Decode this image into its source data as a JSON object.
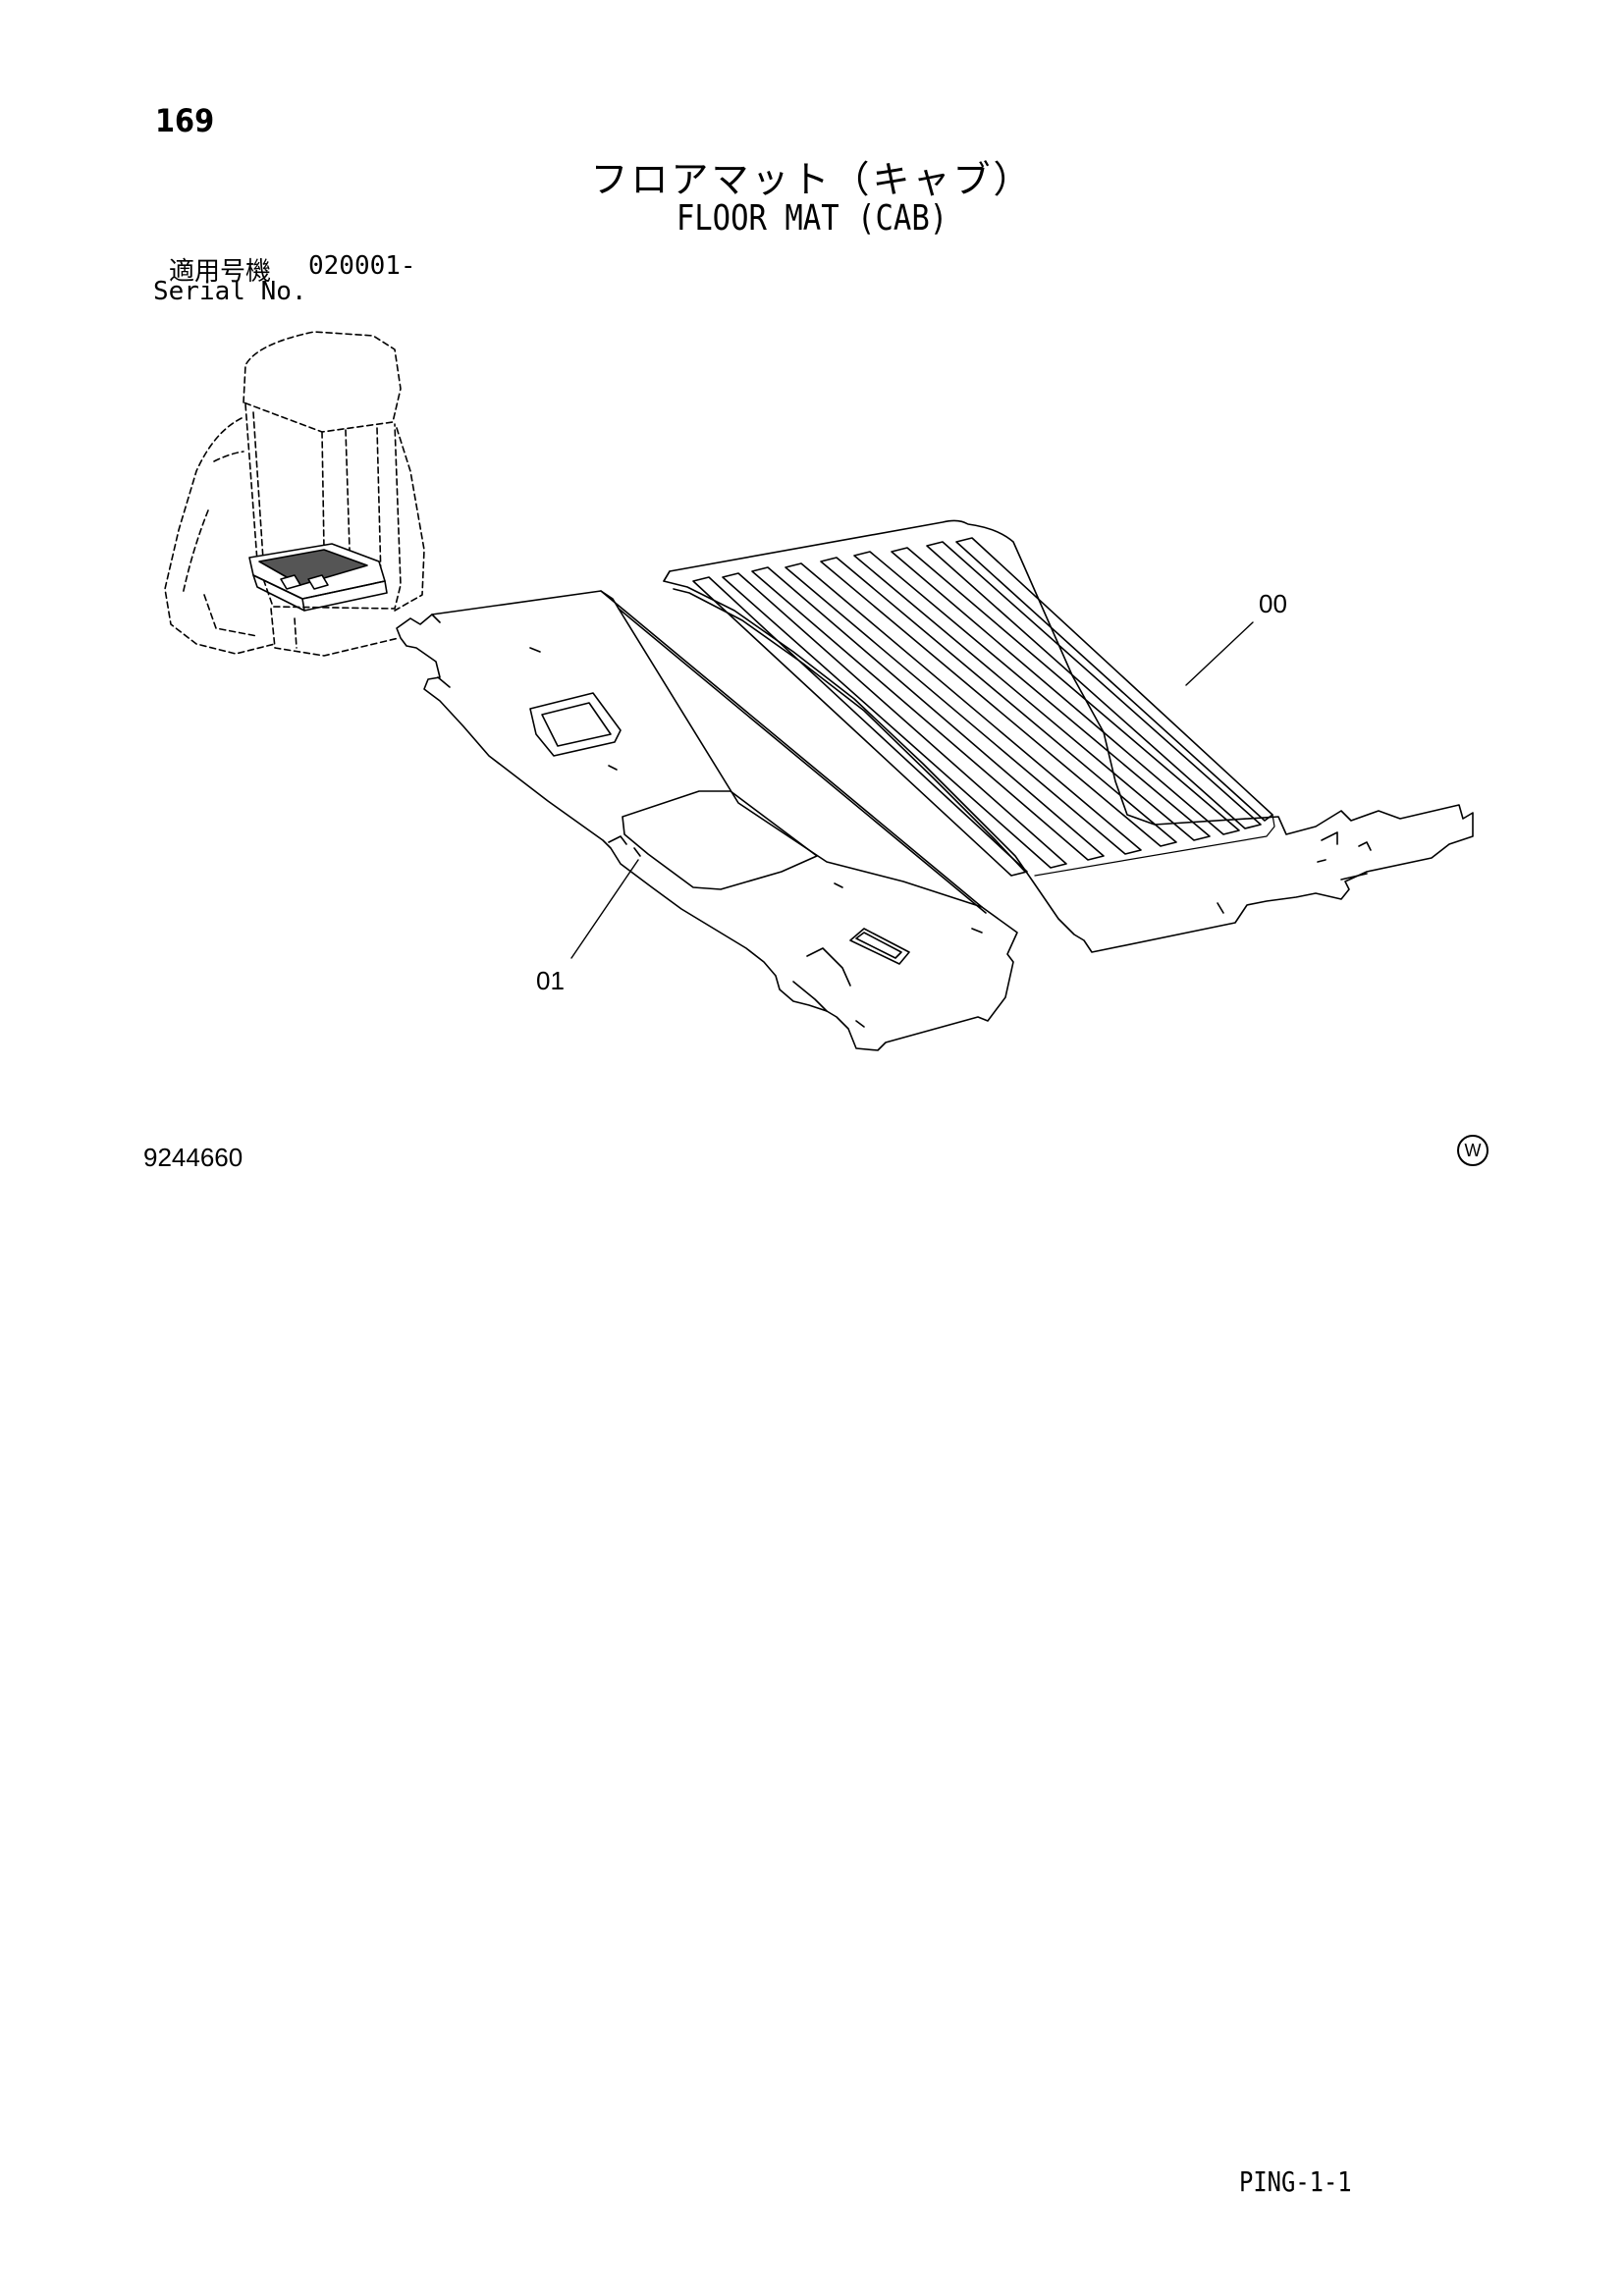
{
  "page_number": "169",
  "title_jp": "フロアマット（キャブ）",
  "title_en": "FLOOR MAT (CAB)",
  "serial": {
    "label_jp": "適用号機",
    "code": "020001-",
    "label_en": "Serial No."
  },
  "callouts": {
    "mat_main": "00",
    "mat_side": "01"
  },
  "drawing_number": "9244660",
  "mark": "W",
  "page_code": "PING-1-1"
}
